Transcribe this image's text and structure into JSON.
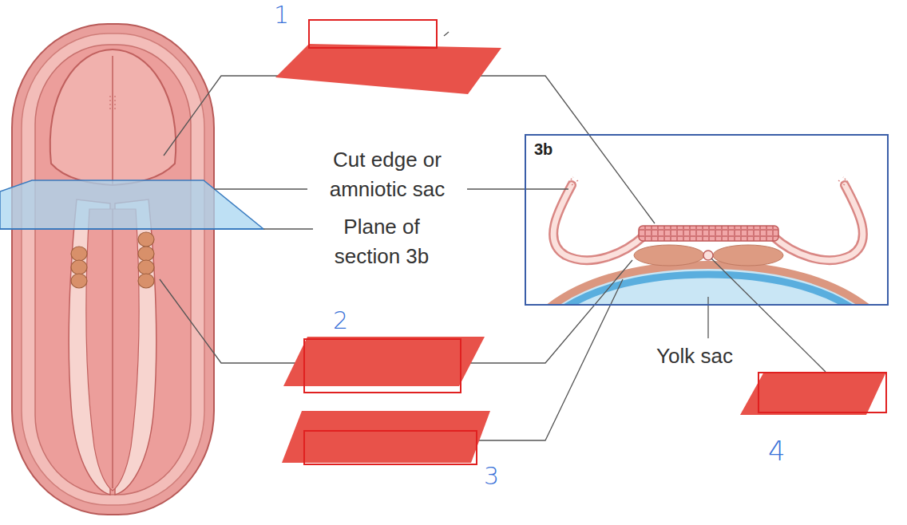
{
  "diagram": {
    "nodes": [
      {
        "text": [
          "3b"
        ]
      }
    ],
    "labels": [
      "1",
      "Cut edge or amniotic sac",
      "Plane of section 3b",
      "2",
      "Yolk sac",
      "3",
      "4"
    ]
  }
}
